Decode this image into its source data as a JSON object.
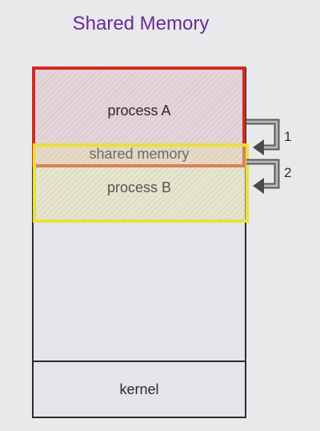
{
  "title": "Shared Memory",
  "blocks": {
    "process_a": "process A",
    "shared": "shared memory",
    "process_b": "process B",
    "kernel": "kernel"
  },
  "steps": [
    "1",
    "2"
  ],
  "colors": {
    "title": "#6b2b96",
    "process_a_border": "#d42a1f",
    "process_b_border": "#e9e03b",
    "arrow": "#5a5a5a"
  }
}
